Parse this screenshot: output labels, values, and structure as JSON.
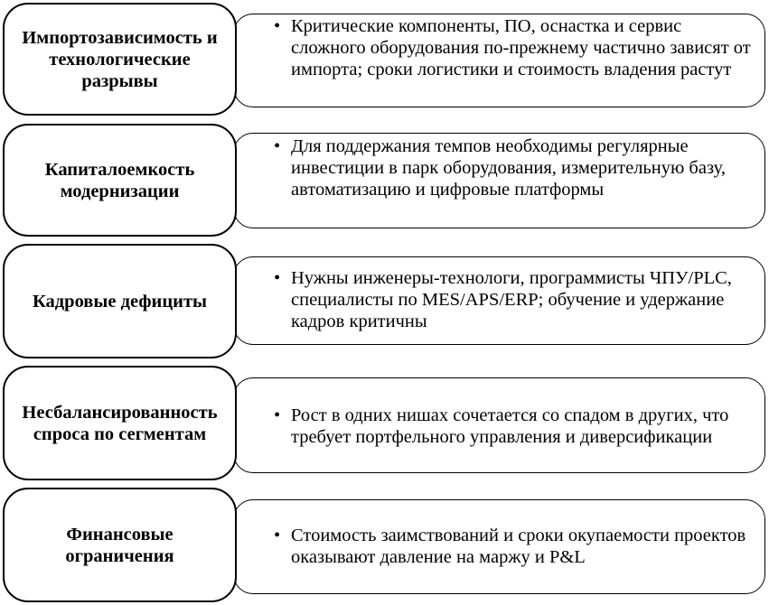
{
  "rows": [
    {
      "label": "Импортозависимость и технологические разрывы",
      "text": "Критические компоненты, ПО, оснастка и сервис сложного оборудования по-прежнему частично зависят от импорта; сроки логистики и стоимость владения растут"
    },
    {
      "label": "Капиталоемкость модернизации",
      "text": "Для поддержания темпов необходимы регулярные инвестиции в парк оборудования, измерительную базу, автоматизацию и цифровые платформы"
    },
    {
      "label": "Кадровые дефициты",
      "text": "Нужны инженеры-технологи, программисты ЧПУ/PLC, специалисты по MES/APS/ERP; обучение и удержание кадров критичны"
    },
    {
      "label": "Несбалансированность спроса по сегментам",
      "text": "Рост в одних нишах сочетается со спадом в других, что требует портфельного управления и диверсификации"
    },
    {
      "label": "Финансовые ограничения",
      "text": "Стоимость заимствований и сроки окупаемости проектов оказывают давление на маржу и P&L"
    }
  ],
  "bullet_glyph": "•"
}
